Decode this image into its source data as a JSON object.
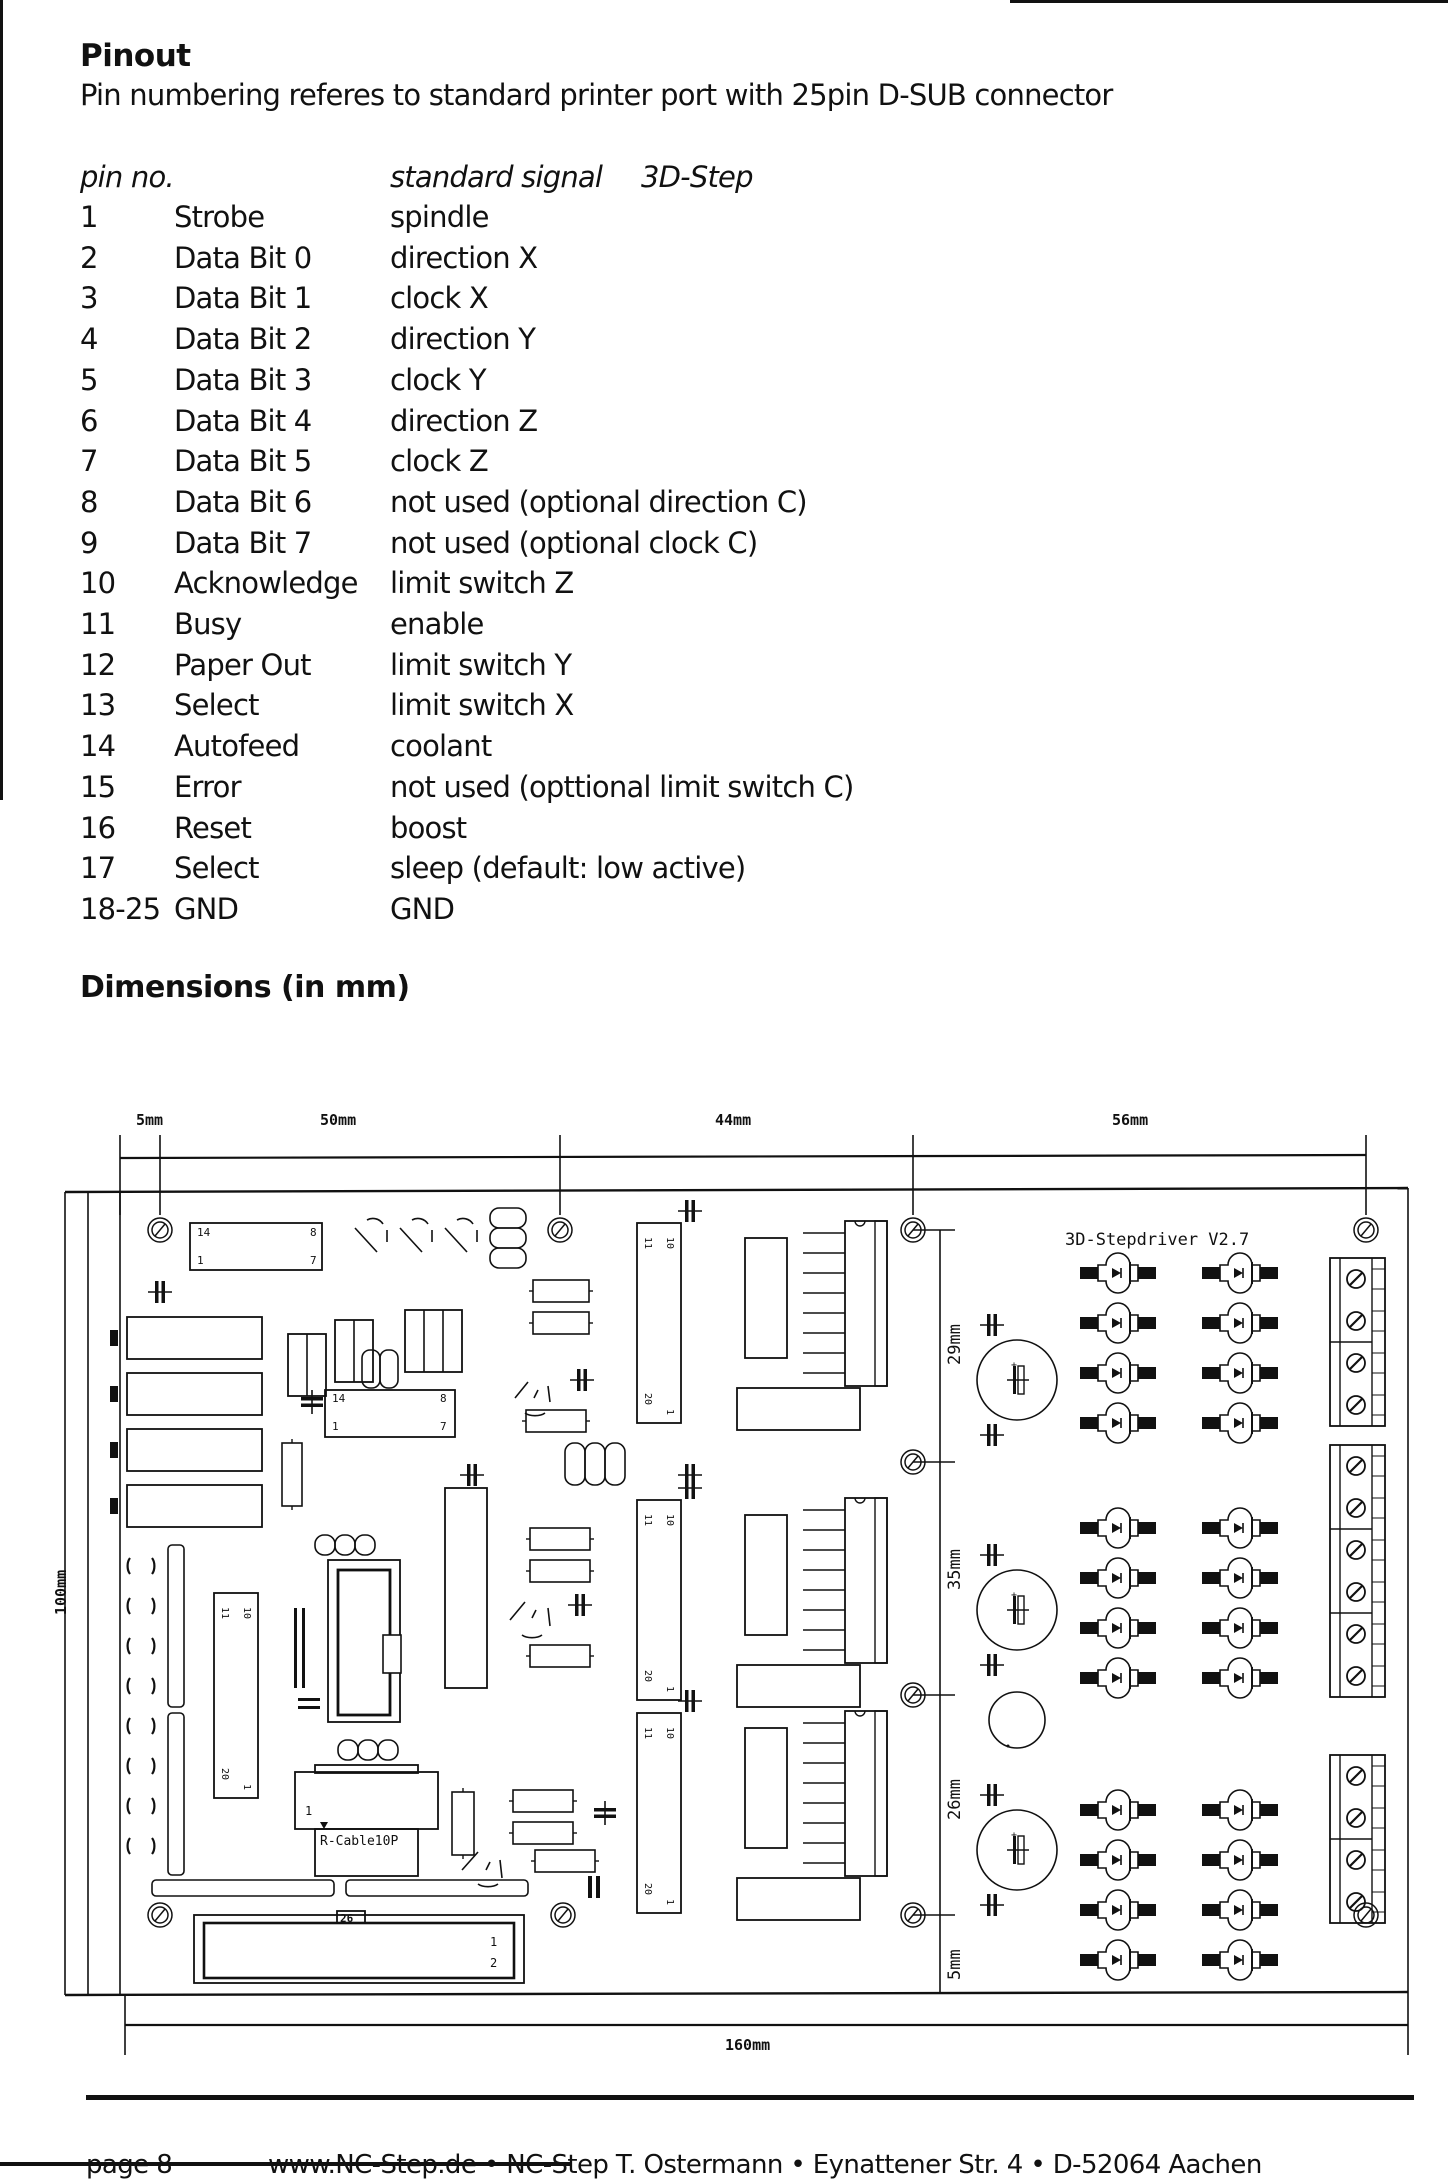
{
  "pinout": {
    "title": "Pinout",
    "subtitle": "Pin numbering referes to standard printer port with 25pin D-SUB connector",
    "columns": {
      "pin": "pin no.",
      "standard": "standard signal",
      "step": "3D-Step"
    },
    "rows": [
      {
        "pin": "1",
        "standard": "Strobe",
        "step": "spindle"
      },
      {
        "pin": "2",
        "standard": "Data Bit 0",
        "step": "direction X"
      },
      {
        "pin": "3",
        "standard": "Data Bit 1",
        "step": "clock X"
      },
      {
        "pin": "4",
        "standard": "Data Bit 2",
        "step": "direction Y"
      },
      {
        "pin": "5",
        "standard": "Data Bit 3",
        "step": "clock Y"
      },
      {
        "pin": "6",
        "standard": "Data Bit 4",
        "step": "direction Z"
      },
      {
        "pin": "7",
        "standard": "Data Bit 5",
        "step": "clock Z"
      },
      {
        "pin": "8",
        "standard": "Data Bit 6",
        "step": "not used (optional direction C)"
      },
      {
        "pin": "9",
        "standard": "Data Bit 7",
        "step": "not used (optional clock C)"
      },
      {
        "pin": "10",
        "standard": "Acknowledge",
        "step": "limit switch Z"
      },
      {
        "pin": "11",
        "standard": "Busy",
        "step": "enable"
      },
      {
        "pin": "12",
        "standard": "Paper Out",
        "step": "limit switch Y"
      },
      {
        "pin": "13",
        "standard": "Select",
        "step": "limit switch X"
      },
      {
        "pin": "14",
        "standard": "Autofeed",
        "step": "coolant"
      },
      {
        "pin": "15",
        "standard": "Error",
        "step": "not used (opttional limit switch C)"
      },
      {
        "pin": "16",
        "standard": "Reset",
        "step": "boost"
      },
      {
        "pin": "17",
        "standard": "Select",
        "step": "sleep (default: low active)"
      },
      {
        "pin": "18-25",
        "standard": "GND",
        "step": "GND"
      }
    ]
  },
  "dimensions": {
    "title": "Dimensions (in mm)",
    "board_label": "3D-Stepdriver V2.7",
    "top_labels": [
      "5mm",
      "50mm",
      "44mm",
      "56mm"
    ],
    "total_width_label": "160mm",
    "height_label": "100mm",
    "side_labels": [
      "29mm",
      "35mm",
      "26mm",
      "5mm"
    ],
    "cable_label": "R-Cable10P",
    "connector_label": "26",
    "connector_pins": [
      "1",
      "2"
    ],
    "ic_pin_labels": {
      "dip14_a": [
        "14",
        "8",
        "1",
        "7"
      ],
      "dip20": [
        "11",
        "10",
        "20",
        "1"
      ],
      "dip8": [
        "14",
        "8"
      ]
    }
  },
  "footer": {
    "page": "page 8",
    "address": "www.NC-Step.de • NC-Step T. Ostermann • Eynattener Str. 4 • D-52064 Aachen"
  }
}
